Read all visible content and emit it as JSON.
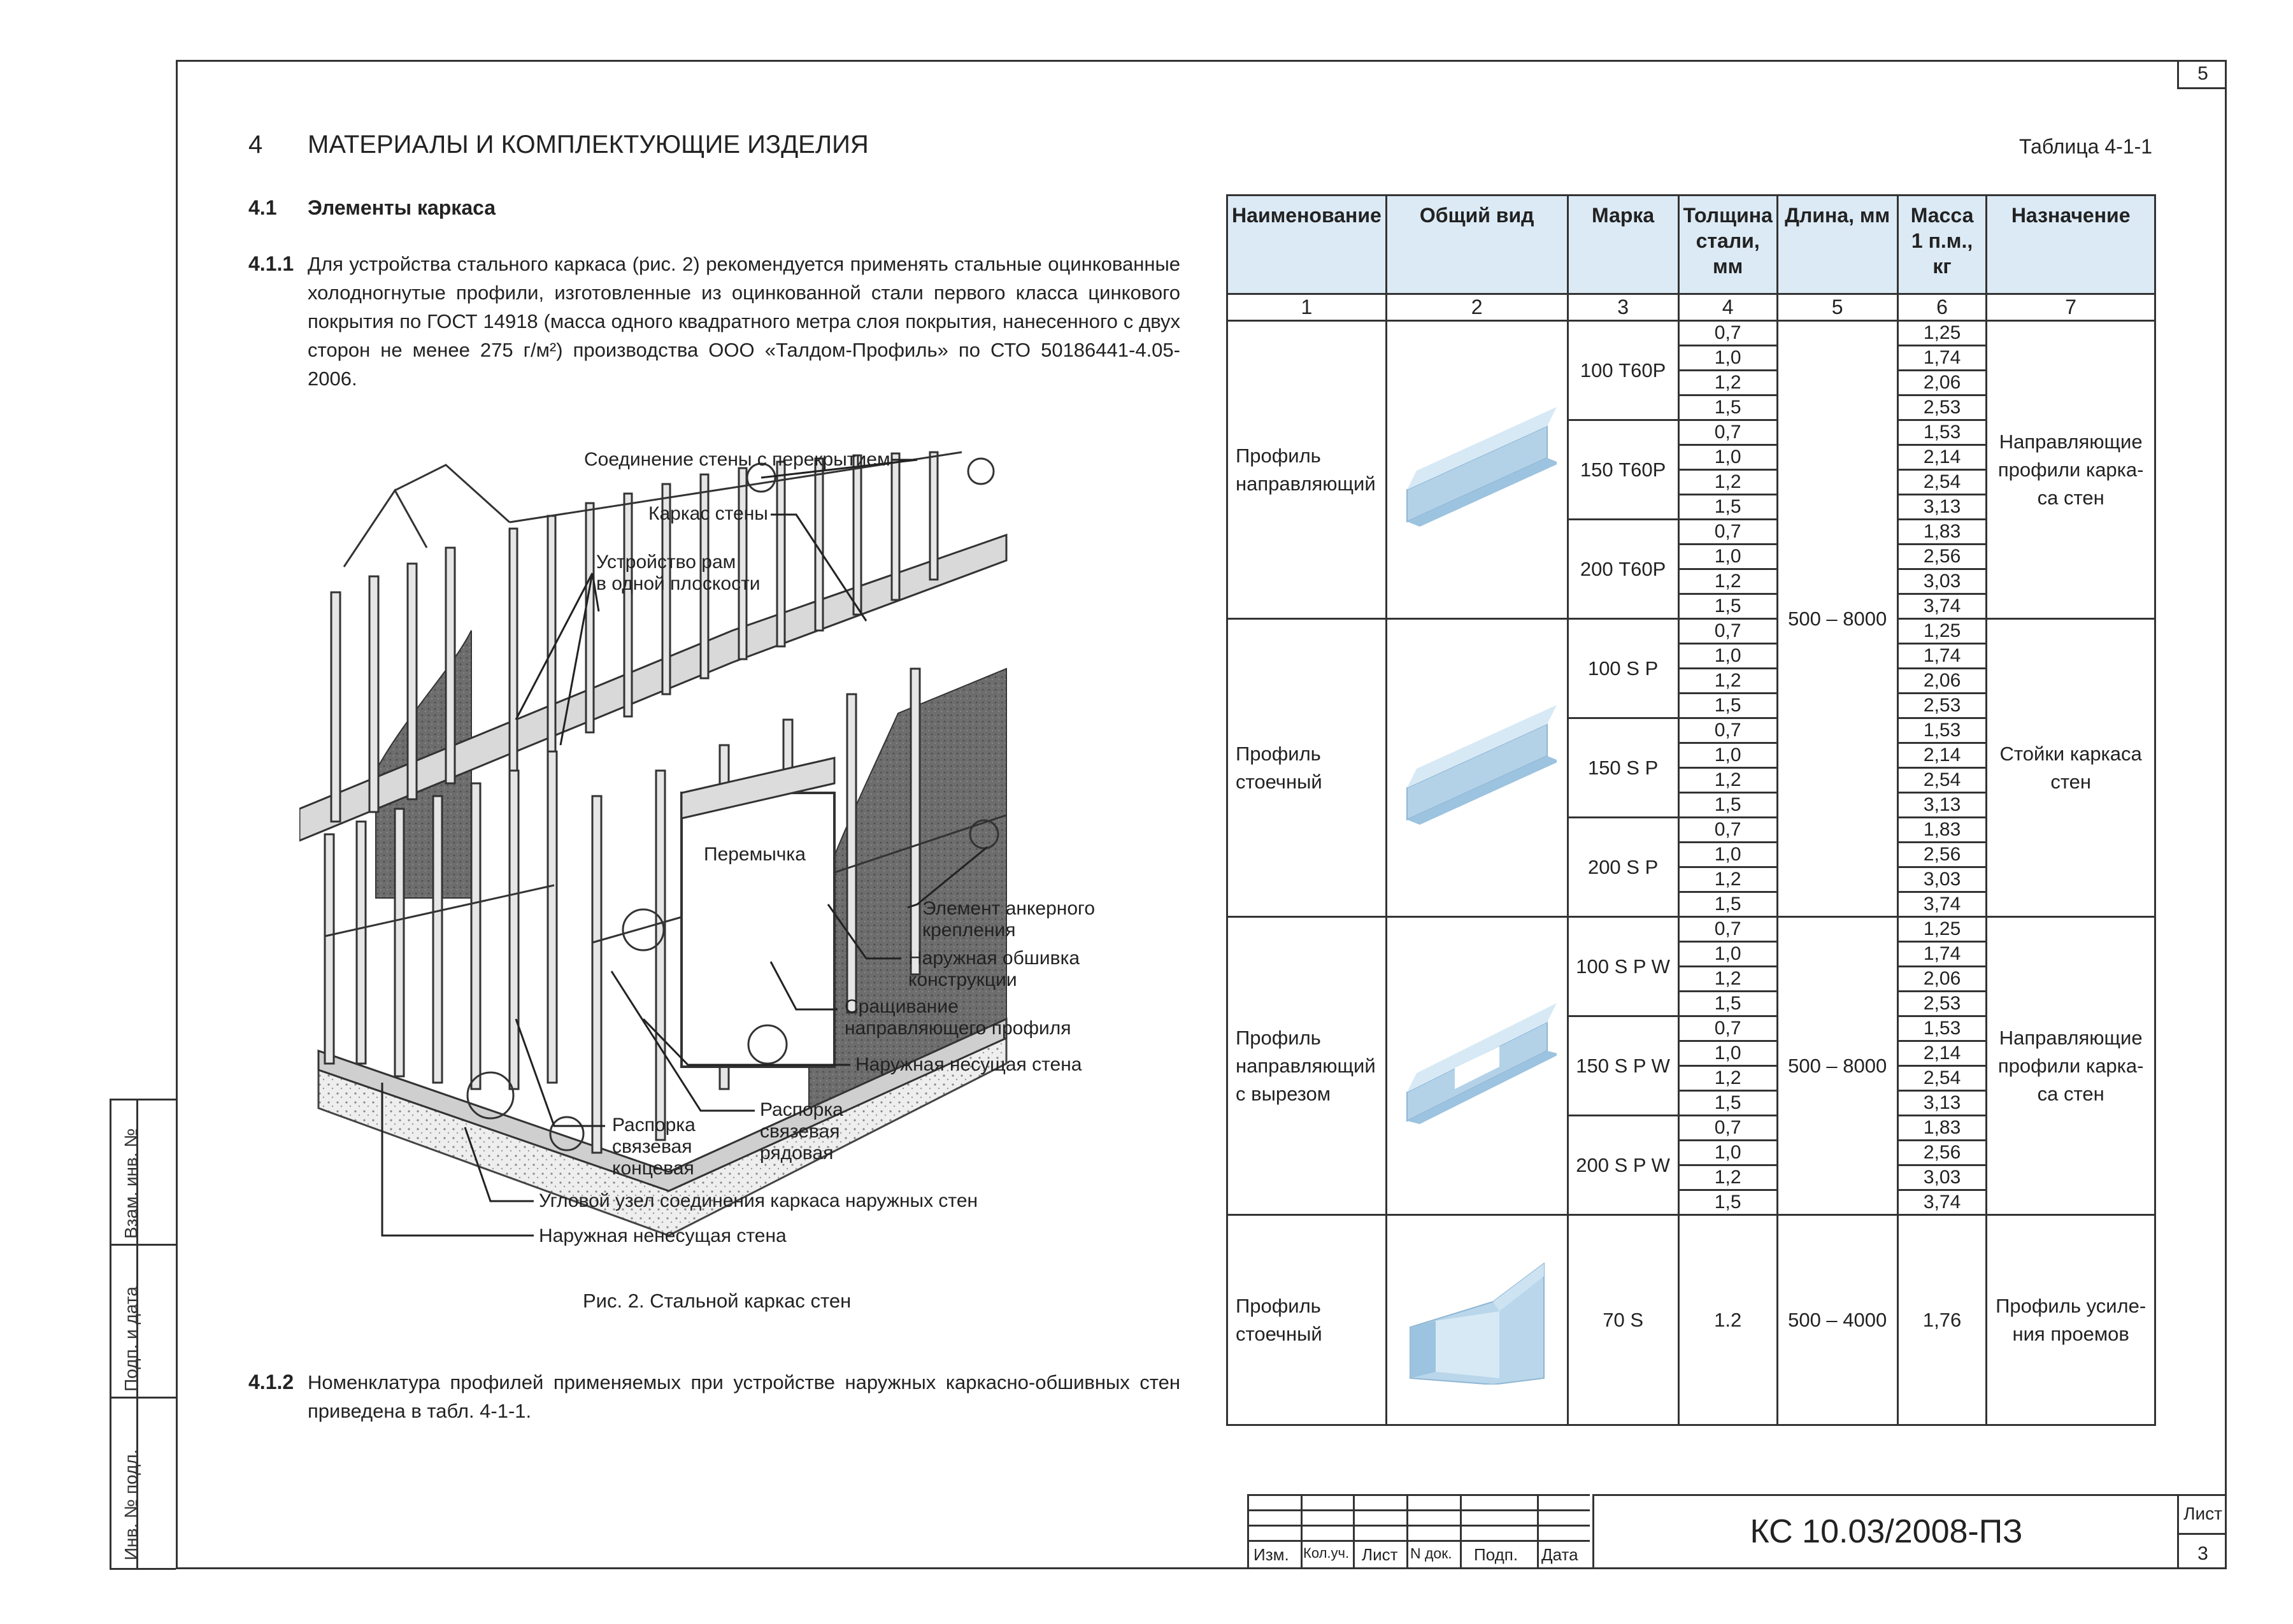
{
  "page_number_top": "5",
  "section": {
    "number": "4",
    "title": "МАТЕРИАЛЫ И КОМПЛЕКТУЮЩИЕ ИЗДЕЛИЯ"
  },
  "subsection": {
    "number": "4.1",
    "title": "Элементы каркаса"
  },
  "para_411": {
    "number": "4.1.1",
    "text": "Для устройства стального каркаса (рис. 2) рекомендуется применять стальные оцинкованные холодногнутые профили, изготовленные из оцинкованной стали первого класса цинкового покрытия по ГОСТ 14918 (масса одного квадратного метра слоя покрытия, нанесенного с двух сторон не менее 275 г/м²) производства ООО «Талдом-Профиль» по СТО 50186441-4.05-2006."
  },
  "para_412": {
    "number": "4.1.2",
    "text": "Номенклатура профилей применяемых при устройстве наружных каркасно-обшивных стен приведена в табл. 4-1-1."
  },
  "figure": {
    "caption": "Рис. 2. Стальной каркас стен",
    "callouts": {
      "c1": "Соединение стены с перекрытием",
      "c2": "Каркас стены",
      "c3a": "Устройство рам",
      "c3b": "в одной плоскости",
      "c4": "Перемычка",
      "c5a": "Элемент анкерного",
      "c5b": "крепления",
      "c6a": "Наружная обшивка",
      "c6b": "конструкции",
      "c7a": "Сращивание",
      "c7b": "направляющего профиля",
      "c8": "Наружная несущая стена",
      "c9a": "Распорка",
      "c9b": "связевая",
      "c9c": "рядовая",
      "c10a": "Распорка",
      "c10b": "связевая",
      "c10c": "концевая",
      "c11": "Угловой узел соединения каркаса наружных стен",
      "c12": "Наружная ненесущая стена"
    }
  },
  "table": {
    "name": "Таблица 4-1-1",
    "headers": [
      "Наименование",
      "Общий вид",
      "Марка",
      "Толщина стали, мм",
      "Длина, мм",
      "Масса 1 п.м., кг",
      "Назначение"
    ],
    "header_lines": {
      "h4a": "Толщина",
      "h4b": "стали,",
      "h4c": "мм",
      "h6a": "Масса",
      "h6b": "1 п.м.,",
      "h6c": "кг"
    },
    "col_numbers": [
      "1",
      "2",
      "3",
      "4",
      "5",
      "6",
      "7"
    ],
    "groups": [
      {
        "name_a": "Профиль",
        "name_b": "направляющий",
        "name_c": "",
        "purpose_a": "Направляющие",
        "purpose_b": "профили карка-",
        "purpose_c": "са стен",
        "marks": [
          "100 Т60Р",
          "150 Т60Р",
          "200 Т60Р"
        ]
      },
      {
        "name_a": "Профиль",
        "name_b": "стоечный",
        "name_c": "",
        "purpose_a": "Стойки каркаса",
        "purpose_b": "стен",
        "purpose_c": "",
        "marks": [
          "100 S P",
          "150 S P",
          "200 S P"
        ]
      },
      {
        "name_a": "Профиль",
        "name_b": "направляющий",
        "name_c": "с вырезом",
        "purpose_a": "Направляющие",
        "purpose_b": "профили карка-",
        "purpose_c": "са стен",
        "marks": [
          "100 S P W",
          "150 S P W",
          "200 S P W"
        ]
      },
      {
        "name_a": "Профиль",
        "name_b": "стоечный",
        "name_c": "",
        "purpose_a": "Профиль усиле-",
        "purpose_b": "ния проемов",
        "purpose_c": "",
        "marks": [
          "70 S"
        ]
      }
    ],
    "thickness": [
      "0,7",
      "1,0",
      "1,2",
      "1,5"
    ],
    "mass_by_mark": [
      [
        "1,25",
        "1,74",
        "2,06",
        "2,53"
      ],
      [
        "1,53",
        "2,14",
        "2,54",
        "3,13"
      ],
      [
        "1,83",
        "2,56",
        "3,03",
        "3,74"
      ]
    ],
    "length_1": "500 – 8000",
    "length_2": "500 – 8000",
    "last": {
      "thickness": "1.2",
      "length": "500 – 4000",
      "mass": "1,76"
    }
  },
  "stamp": {
    "cols": [
      "Изм.",
      "Кол.уч.",
      "Лист",
      "N док.",
      "Подп.",
      "Дата"
    ],
    "code": "КС 10.03/2008-ПЗ",
    "sheet_label": "Лист",
    "sheet_number": "3"
  },
  "side_strip": [
    "Взам. инв. №",
    "Подп. и дата",
    "Инв. № подл."
  ]
}
